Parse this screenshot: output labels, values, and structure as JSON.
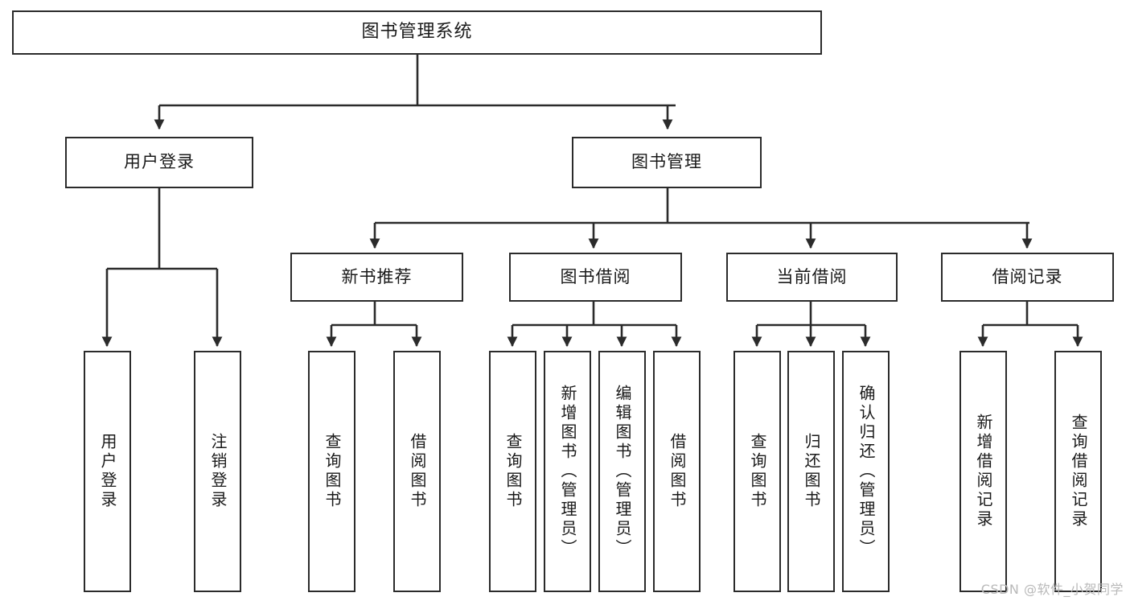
{
  "diagram": {
    "type": "tree",
    "title": "图书管理系统",
    "watermark": "CSDN @软件_小贺同学",
    "colors": {
      "box_border": "#2b2b2b",
      "box_fill": "#ffffff",
      "edge": "#2b2b2b",
      "text": "#1a1a1a",
      "watermark": "#b9b9b9"
    },
    "root": {
      "label": "图书管理系统"
    },
    "level2": [
      {
        "label": "用户登录"
      },
      {
        "label": "图书管理"
      }
    ],
    "level3": [
      {
        "label": "新书推荐"
      },
      {
        "label": "图书借阅"
      },
      {
        "label": "当前借阅"
      },
      {
        "label": "借阅记录"
      }
    ],
    "leaves": {
      "user_login": [
        {
          "label": "用户登录"
        },
        {
          "label": "注销登录"
        }
      ],
      "new_book": [
        {
          "label": "查询图书"
        },
        {
          "label": "借阅图书"
        }
      ],
      "book_borrow": [
        {
          "label": "查询图书"
        },
        {
          "label": "新增图书（管理员）"
        },
        {
          "label": "编辑图书（管理员）"
        },
        {
          "label": "借阅图书"
        }
      ],
      "current_borrow": [
        {
          "label": "查询图书"
        },
        {
          "label": "归还图书"
        },
        {
          "label": "确认归还（管理员）"
        }
      ],
      "borrow_record": [
        {
          "label": "新增借阅记录"
        },
        {
          "label": "查询借阅记录"
        }
      ]
    }
  }
}
